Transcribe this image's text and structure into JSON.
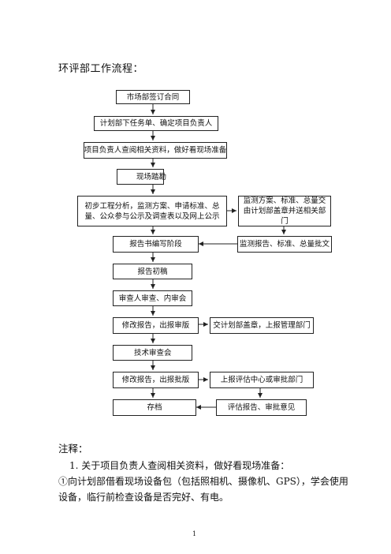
{
  "heading": "环评部工作流程：",
  "flowchart": {
    "steps": [
      "市场部签订合同",
      "计划部下任务单、确定项目负责人",
      "项目负责人查阅相关资料，做好看现场准备",
      "现场踏勘",
      "初步工程分析，监测方案、申请标准、总量、公众参与公示及调查表以及网上公示",
      "报告书编写阶段",
      "报告初稿",
      "审查人审查、内审会",
      "修改报告，出报审版",
      "技术审查会",
      "修改报告，出报批版",
      "存档"
    ],
    "side_steps": [
      "监测方案、标准、总量交由计划部盖章并送相关部门",
      "监测报告、标准、总量批文",
      "交计划部盖章，上报管理部门",
      "上报评估中心或审批部门",
      "评估报告、审批意见"
    ]
  },
  "notes": {
    "title": "注释：",
    "item1": "1. 关于项目负责人查阅相关资料，做好看现场准备：",
    "item1_detail_line1": "①向计划部借看现场设备包（包括照相机、摄像机、GPS），学会使用",
    "item1_detail_line2": "设备，临行前检查设备是否完好、有电。"
  },
  "page_number": "1"
}
